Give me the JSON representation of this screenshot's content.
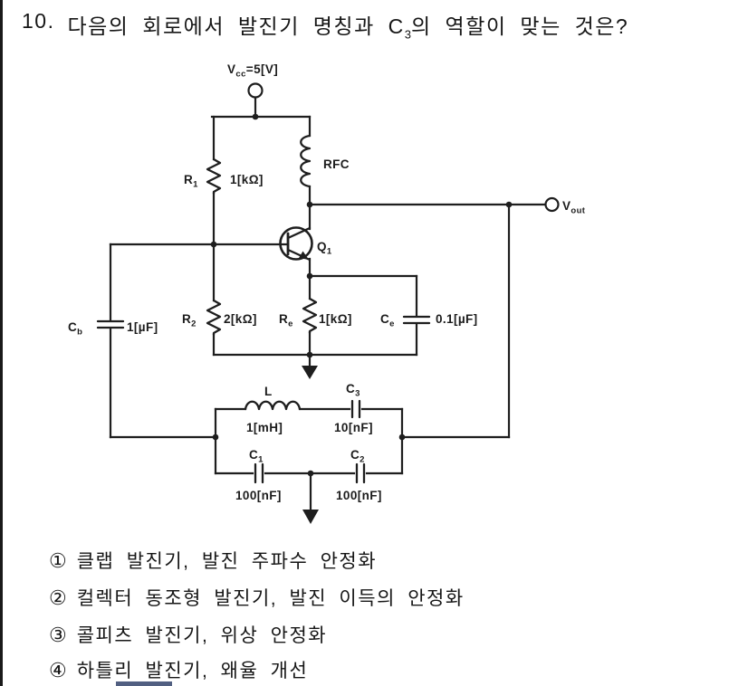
{
  "question": {
    "number": "10.",
    "text_before_sub": "다음의 회로에서 발진기 명칭과 C",
    "sub": "3",
    "text_after_sub": "의 역할이 맞는 것은?"
  },
  "circuit": {
    "vcc": {
      "name": "V",
      "sub": "cc",
      "value": "=5[V]"
    },
    "r1": {
      "name": "R",
      "sub": "1",
      "value": "1[kΩ]"
    },
    "rfc": {
      "label": "RFC"
    },
    "q1": {
      "name": "Q",
      "sub": "1"
    },
    "r2": {
      "name": "R",
      "sub": "2",
      "value": "2[kΩ]"
    },
    "re": {
      "name": "R",
      "sub": "e",
      "value": "1[kΩ]"
    },
    "ce": {
      "name": "C",
      "sub": "e",
      "value": "0.1[µF]"
    },
    "cb": {
      "name": "C",
      "sub": "b",
      "value": "1[µF]"
    },
    "vout": {
      "name": "V",
      "sub": "out"
    },
    "l": {
      "label": "L",
      "value": "1[mH]"
    },
    "c3": {
      "name": "C",
      "sub": "3",
      "value": "10[nF]"
    },
    "c1": {
      "name": "C",
      "sub": "1",
      "value": "100[nF]"
    },
    "c2": {
      "name": "C",
      "sub": "2",
      "value": "100[nF]"
    }
  },
  "options": [
    {
      "num": "①",
      "text": "클랩 발진기, 발진 주파수 안정화"
    },
    {
      "num": "②",
      "text": "컬렉터 동조형 발진기, 발진 이득의 안정화"
    },
    {
      "num": "③",
      "text": "콜피츠 발진기, 위상 안정화"
    },
    {
      "num": "④",
      "text": "하틀리 발진기, 왜율 개선"
    }
  ]
}
